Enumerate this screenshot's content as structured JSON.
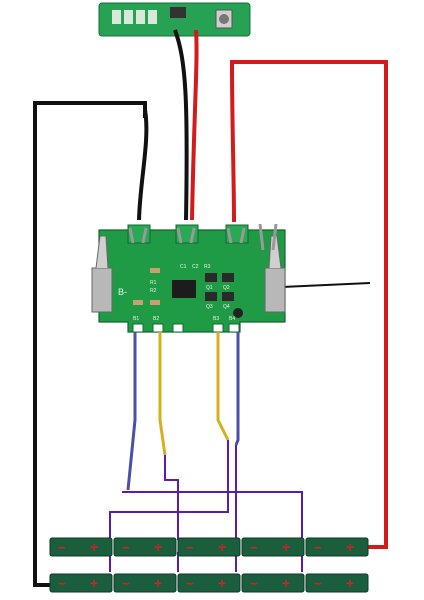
{
  "board": {
    "pack_terminal_label": "B-",
    "connector_labels": [
      "B1",
      "B2",
      "B3",
      "B4"
    ],
    "chip_labels": [
      "Q1",
      "Q2",
      "Q3",
      "Q4"
    ],
    "side_labels": [
      "R1",
      "R2",
      "C1",
      "C2",
      "R3"
    ]
  },
  "cells": {
    "rows": 2,
    "per_row": 5,
    "negative_sign": "−",
    "positive_sign": "+"
  },
  "wire_colors": {
    "black": "#111111",
    "red": "#d41a1a",
    "blue": "#4a4fa8",
    "yellow": "#d4b020",
    "purple": "#5a1cb0",
    "pcb": "#1f9a45",
    "cell": "#1b5e3e"
  }
}
